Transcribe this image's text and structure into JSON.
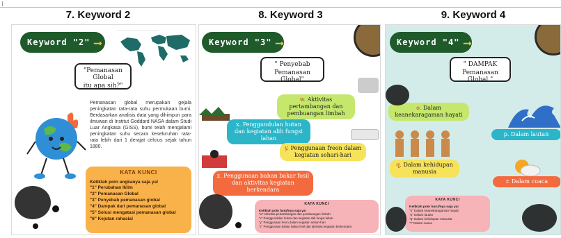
{
  "titles": [
    "7. Keyword 2",
    "8. Keyword 3",
    "9. Keyword 4"
  ],
  "panel1": {
    "keyword_label": "Keyword \"2\"",
    "question": "\"Pemanasan Global itu apa sih?\"",
    "question_line1": "\"Pemanasan Global",
    "question_line2": "itu apa sih?\"",
    "paragraph": "Pemanasan global merupakan gejala peningkatan rata-rata suhu permukaan bumi. Berdasarkan analisis data yang dihimpun para ilmuwan di Institut Goddard NASA dalam Studi Luar Angkasa (GISS), bumi telah mengalami peningkatan suhu secara keseluruhan rata-rata lebih dari 1 derajat celcius sejak tahun 1880.",
    "kata_title": "KATA KUNCI",
    "kata_instruction": "Ketiklah poin angkanya saja ya!",
    "kata_items": [
      "\"1\" Perubahan Iklim",
      "\"2\" Pemanasan Global",
      "\"3\" Penyebab pemanasan global",
      "\"4\" Dampak dari pemanasan global",
      "\"5\" Solusi mengatasi pemanasan global",
      "\"6\" Kejutan rahasia!"
    ]
  },
  "panel2": {
    "keyword_label": "Keyword \"3\"",
    "heading_line1": "\" Penyebab",
    "heading_line2": "Pemanasan Global\"",
    "causes": [
      {
        "letter": "w.",
        "text": "Aktivitas pertambangan dan pembuangan limbah"
      },
      {
        "letter": "x.",
        "text": "Penggundulan hutan dan kegiatan alih fungsi lahan"
      },
      {
        "letter": "y.",
        "text": "Penggunaan freon dalam kegiatan sehari-hari"
      },
      {
        "letter": "z.",
        "text": "Penggunaan bahan bakar fosil dan aktivitas kegiatan berkendara"
      }
    ],
    "kata_title": "KATA KUNCI",
    "kata_instruction": "Ketiklah poin hurufnya saja ya!",
    "kata_items": [
      "\"w\" Aktivitas pertambangan dan pembuangan limbah",
      "\"x\" Penggundulan hutan dan kegiatan alih fungsi lahan",
      "\"y\" Penggunaan freon dalam kegiatan sehari-hari",
      "\"z\" Penggunaan bahan bakar fosil dan aktivitas kegiatan berkendara"
    ]
  },
  "panel3": {
    "keyword_label": "Keyword \"4\"",
    "heading_line1": "\" DAMPAK",
    "heading_line2": "Pemanasan Global \"",
    "impacts": [
      {
        "letter": "o.",
        "text": "Dalam keanekaragaman hayati"
      },
      {
        "letter": "p.",
        "text": "Dalam lautan"
      },
      {
        "letter": "q.",
        "text": "Dalam kehidupan manusia"
      },
      {
        "letter": "r.",
        "text": "Dalam cuaca"
      }
    ],
    "kata_title": "KATA KUNCI",
    "kata_instruction": "Ketiklah poin hurufnya saja ya!",
    "kata_items": [
      "\"o\" Dalam keanekaragaman hayati",
      "\"p\" Dalam lautan",
      "\"q\" Dalam kehidupan manusia",
      "\"r\" Dalam cuaca"
    ]
  },
  "colors": {
    "keyword_pill": "#1f5a2b",
    "arrow": "#f5c542",
    "kata_orange": "#f9b24a",
    "kata_pink": "#f6b3b8",
    "label_green": "#c5e86c",
    "label_blue": "#2cb5c8",
    "label_yellow": "#f6e35a",
    "label_orange": "#f26a3d",
    "panel3_bg": "#d4ece9"
  }
}
